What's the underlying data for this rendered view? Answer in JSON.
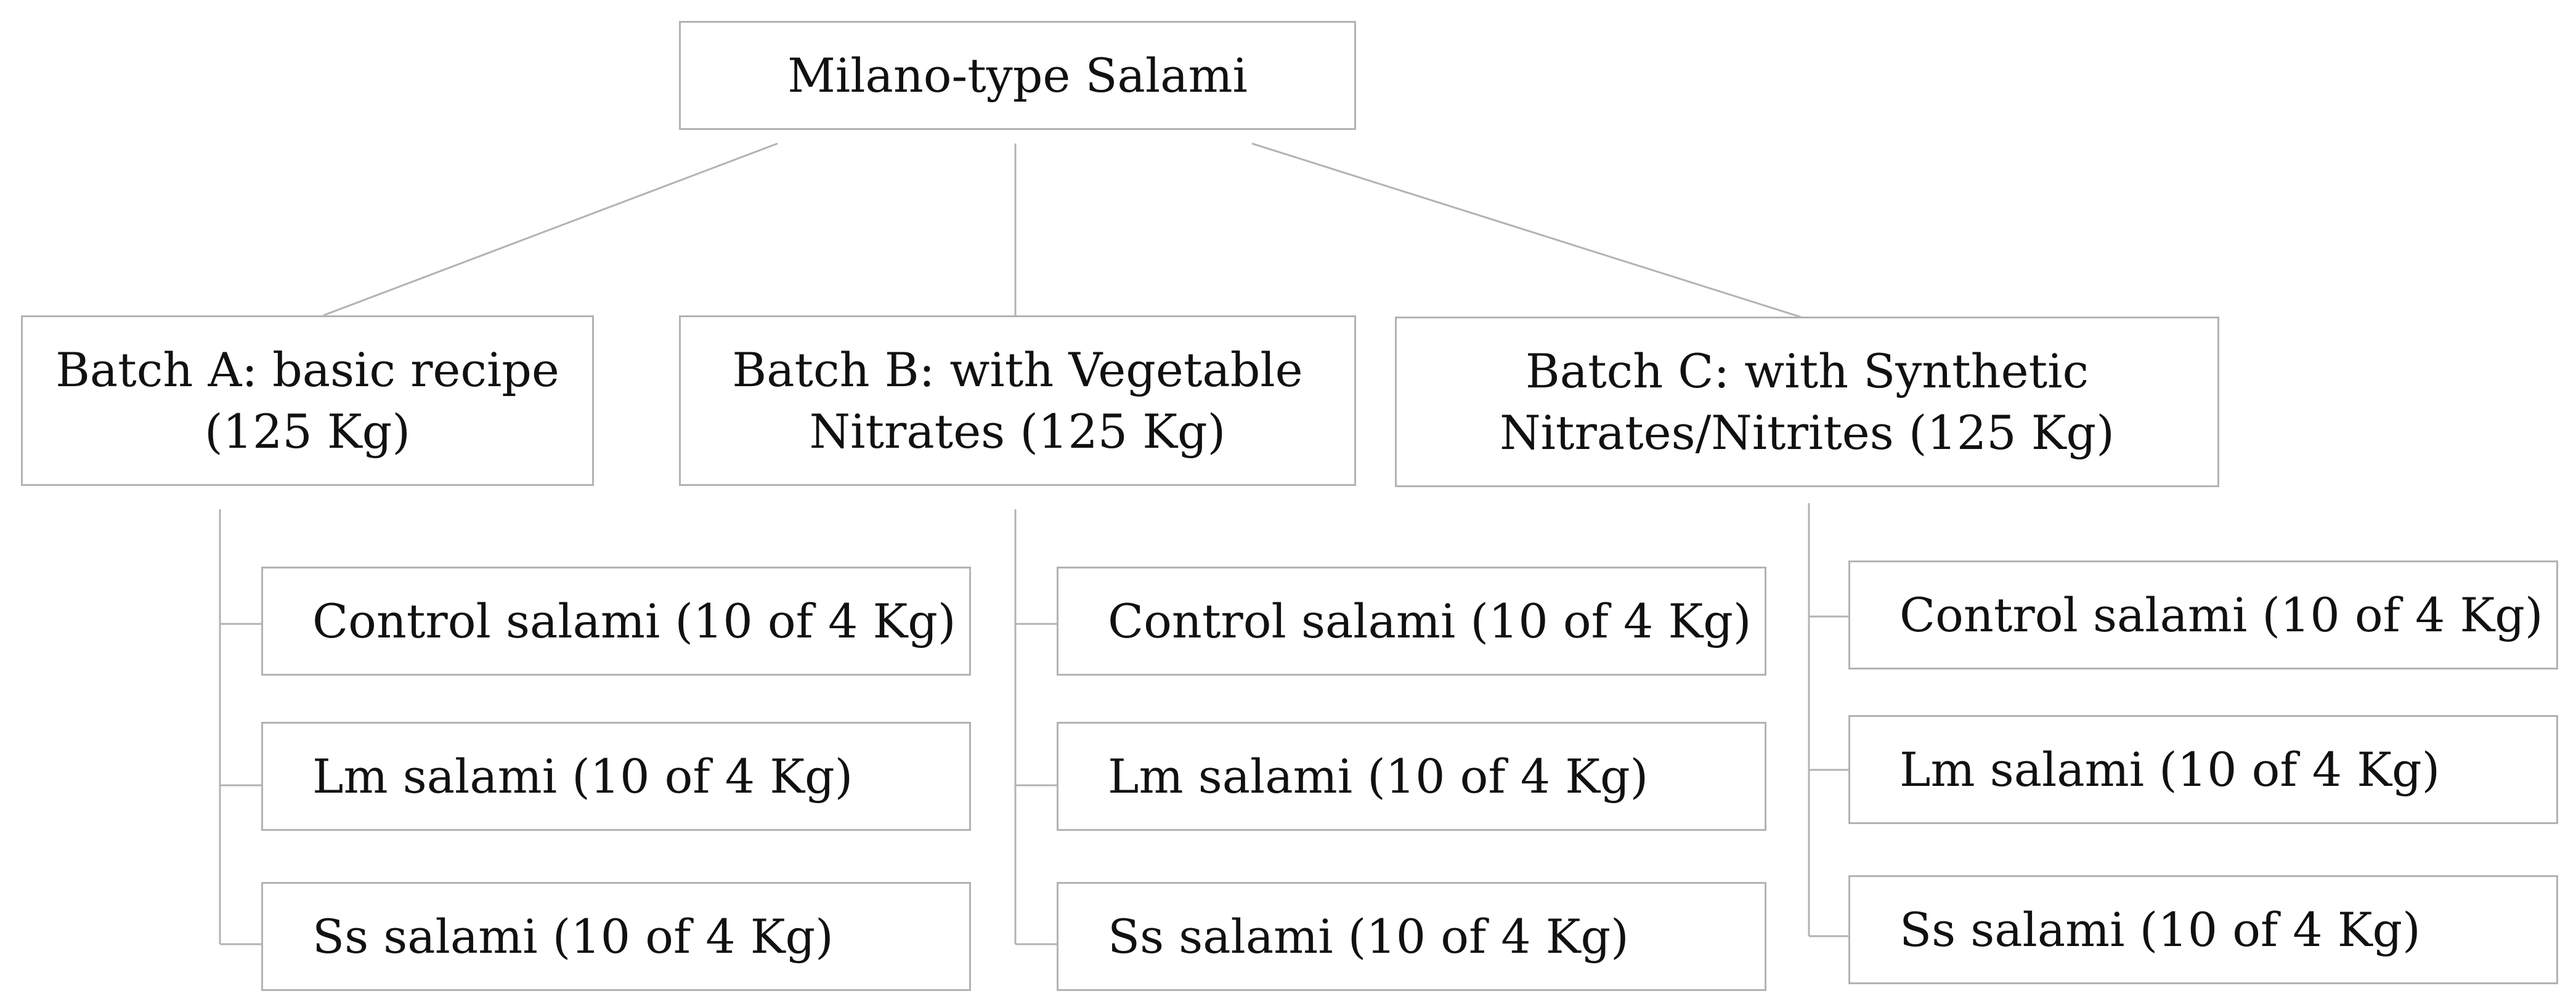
{
  "root": {
    "label": "Milano-type Salami"
  },
  "batches": [
    {
      "line1": "Batch A: basic recipe",
      "line2": "(125 Kg)",
      "items": [
        "Control salami (10 of 4 Kg)",
        "Lm salami (10 of 4 Kg)",
        "Ss salami (10 of 4 Kg)"
      ]
    },
    {
      "line1": "Batch B: with Vegetable",
      "line2": "Nitrates (125 Kg)",
      "items": [
        "Control salami (10 of 4 Kg)",
        "Lm salami (10 of 4 Kg)",
        "Ss salami (10 of 4 Kg)"
      ]
    },
    {
      "line1": "Batch C: with Synthetic",
      "line2": "Nitrates/Nitrites (125 Kg)",
      "items": [
        "Control salami (10 of 4 Kg)",
        "Lm salami (10 of 4 Kg)",
        "Ss salami (10 of 4 Kg)"
      ]
    }
  ],
  "colors": {
    "border": "#b3b3b3",
    "text": "#111111",
    "background": "#ffffff"
  }
}
